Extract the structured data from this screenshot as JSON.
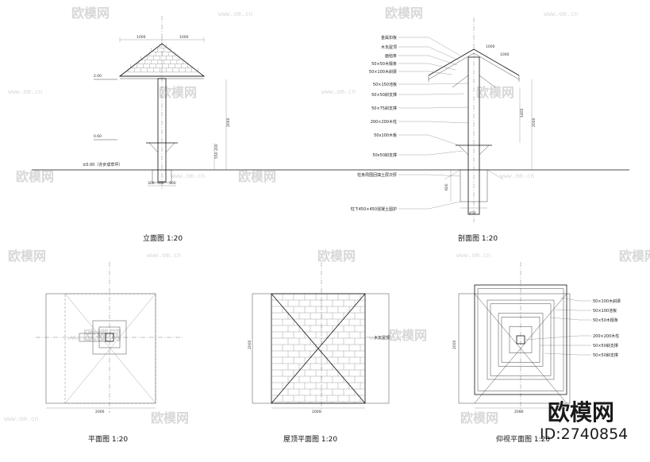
{
  "watermark": {
    "brand": "欧模网",
    "url": "www.om.cn",
    "id": "ID:2740854"
  },
  "views": {
    "elevation": {
      "title": "立面图 1:20"
    },
    "section": {
      "title": "剖面图 1:20"
    },
    "plan": {
      "title": "平面图 1:20"
    },
    "roof_plan": {
      "title": "屋顶平面图 1:20"
    },
    "ceiling_plan": {
      "title": "仰视平面图 1:20"
    }
  },
  "elevation": {
    "levels": [
      "2.00",
      "0.60",
      "±0.00（亦步成草坪）"
    ],
    "dims": [
      "1000",
      "1000",
      "2000",
      "550",
      "200",
      "500",
      "300",
      "300"
    ]
  },
  "section": {
    "labels": [
      "金属扣板",
      "木瓦屋顶",
      "面毡条",
      "50×50木檩条",
      "50×100木斜梁",
      "50×150池板",
      "50×50斜支撑",
      "50×75斜支撑",
      "200×200木柱",
      "50x100木板",
      "50x50斜支撑",
      "柱身周围回填土层次厚",
      "柱下450×450混凝土圆护"
    ],
    "dims": [
      "2000",
      "1400",
      "1000",
      "1000",
      "600",
      "450"
    ]
  },
  "plan": {
    "dims": [
      "2000"
    ]
  },
  "roof_plan": {
    "label": "木瓦屋顶",
    "dims": [
      "2000",
      "2000"
    ]
  },
  "ceiling_plan": {
    "labels": [
      "50×100木斜梁",
      "50×100池板",
      "50×50木檩条",
      "200×200木柱",
      "50×50斜支撑",
      "50×50斜支撑"
    ],
    "dims": [
      "2000",
      "2000"
    ]
  }
}
